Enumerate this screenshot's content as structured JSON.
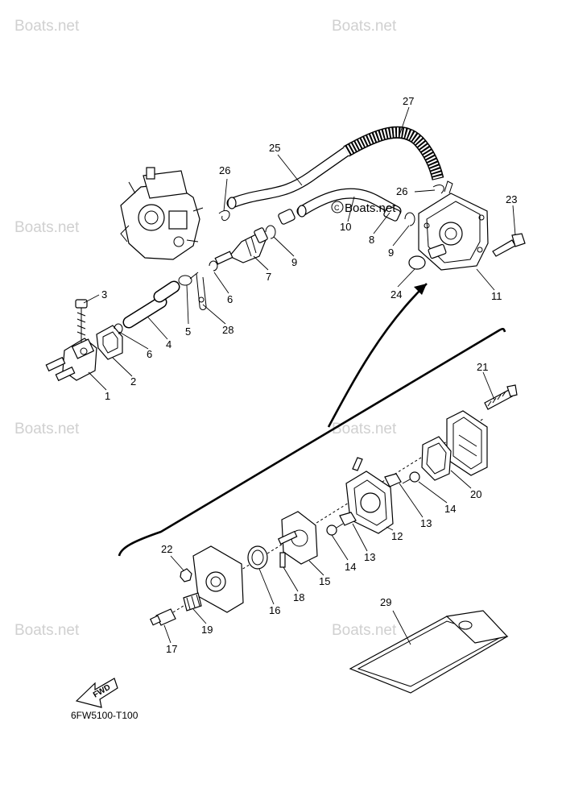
{
  "watermark": "Boats.net",
  "inline_watermark": "Boats.net",
  "diagram_code": "6FW5100-T100",
  "fwd_label": "FWD",
  "callouts": {
    "c1": "1",
    "c2": "2",
    "c3": "3",
    "c4": "4",
    "c5": "5",
    "c6a": "6",
    "c6b": "6",
    "c7": "7",
    "c8": "8",
    "c9a": "9",
    "c9b": "9",
    "c10": "10",
    "c11": "11",
    "c12": "12",
    "c13a": "13",
    "c13b": "13",
    "c14a": "14",
    "c14b": "14",
    "c15": "15",
    "c16": "16",
    "c17": "17",
    "c18": "18",
    "c19": "19",
    "c20": "20",
    "c21": "21",
    "c22": "22",
    "c23": "23",
    "c24": "24",
    "c25": "25",
    "c26a": "26",
    "c26b": "26",
    "c27": "27",
    "c28": "28",
    "c29": "29"
  }
}
